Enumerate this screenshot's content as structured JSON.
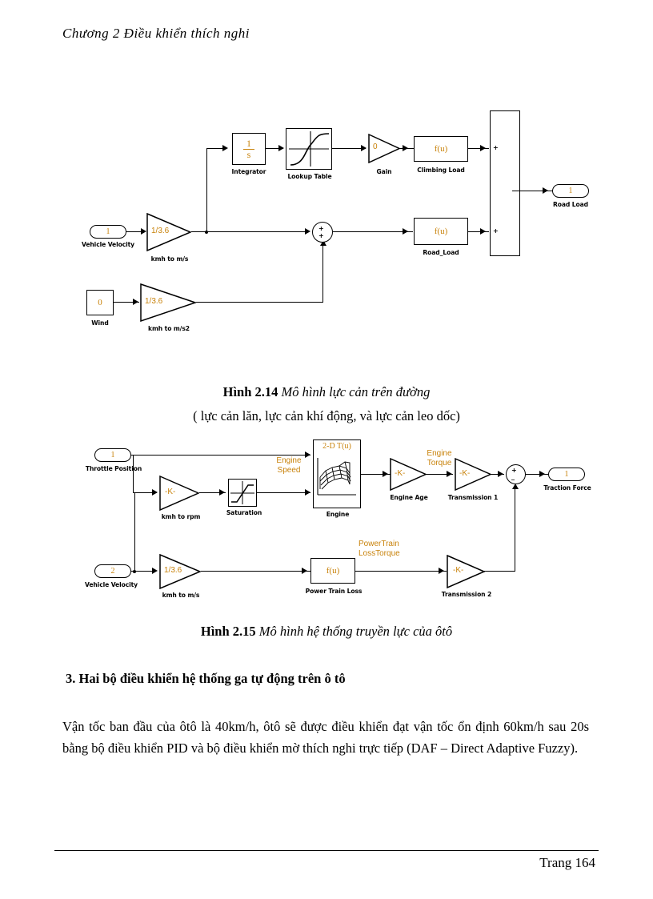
{
  "document": {
    "chapter_header": "Chương 2  Điều khiển thích nghi",
    "footer_page": "Trang 164"
  },
  "figure_2_14": {
    "caption_number": "Hình 2.14",
    "caption_title": "Mô hình lực cản trên đường",
    "caption_sub": "( lực cản lăn, lực cản khí động, và lực cản leo dốc)",
    "blocks": {
      "in_vehicle_velocity": {
        "port": "1",
        "label": "Vehicle Velocity"
      },
      "gain_kmh_ms": {
        "value": "1/3.6",
        "label": "kmh to m/s"
      },
      "wind_const": {
        "value": "0",
        "label": "Wind"
      },
      "gain_kmh_ms2": {
        "value": "1/3.6",
        "label": "kmh to m/s2"
      },
      "integrator": {
        "num": "1",
        "den": "s",
        "label": "Integrator"
      },
      "lookup_table": {
        "label": "Lookup Table",
        "icon": "s-curve-icon"
      },
      "gain_zero": {
        "value": "0",
        "label": "Gain"
      },
      "climbing_load": {
        "value": "f(u)",
        "label": "Climbing Load"
      },
      "sum_circle": {
        "sign_top": "+",
        "sign_bottom": "+"
      },
      "road_load_fn": {
        "value": "f(u)",
        "label": "Road_Load"
      },
      "sum_bar": {
        "sign_top": "+",
        "sign_bottom": "+"
      },
      "out_road_load": {
        "port": "1",
        "label": "Road Load"
      }
    }
  },
  "figure_2_15": {
    "caption_number": "Hình 2.15",
    "caption_title": "Mô hình hệ thống truyền lực của ôtô",
    "blocks": {
      "in_throttle_position": {
        "port": "1",
        "label": "Throttle Position"
      },
      "gain_kmh_rpm": {
        "value": "-K-",
        "label": "kmh to rpm"
      },
      "saturation": {
        "label": "Saturation",
        "icon": "saturation-icon"
      },
      "engine": {
        "value": "2-D T(u)",
        "label": "Engine",
        "icon": "surface-mesh-icon"
      },
      "gain_engine_age": {
        "value": "-K-",
        "label": "Engine Age"
      },
      "gain_transmission_1": {
        "value": "-K-",
        "label": "Transmission 1"
      },
      "in_vehicle_velocity": {
        "port": "2",
        "label": "Vehicle Velocity"
      },
      "gain_kmh_ms": {
        "value": "1/3.6",
        "label": "kmh to m/s"
      },
      "power_train_loss": {
        "value": "f(u)",
        "label": "Power Train Loss"
      },
      "gain_transmission_2": {
        "value": "-K-",
        "label": "Transmission 2"
      },
      "sum_traction": {
        "sign_top": "+",
        "sign_bottom": "_"
      },
      "out_traction_force": {
        "port": "1",
        "label": "Traction Force"
      }
    },
    "signal_labels": {
      "engine_speed": "Engine\nSpeed",
      "engine_torque": "Engine\nTorque",
      "power_train_loss_torque": "PowerTrain\nLossTorque"
    }
  },
  "section_3": {
    "heading": "3. Hai bộ điều khiển hệ thống ga tự động trên ô tô",
    "paragraph": "Vận tốc ban đầu của ôtô là 40km/h,  ôtô sẽ được điều khiển  đạt vận tốc ổn định  60km/h  sau 20s bằng bộ điều khiển  PID và bộ điều khiển  mờ thích nghi  trực tiếp (DAF – Direct  Adaptive  Fuzzy)."
  },
  "colors": {
    "block_text": "#c8820a",
    "ink": "#000000",
    "paper": "#ffffff"
  }
}
